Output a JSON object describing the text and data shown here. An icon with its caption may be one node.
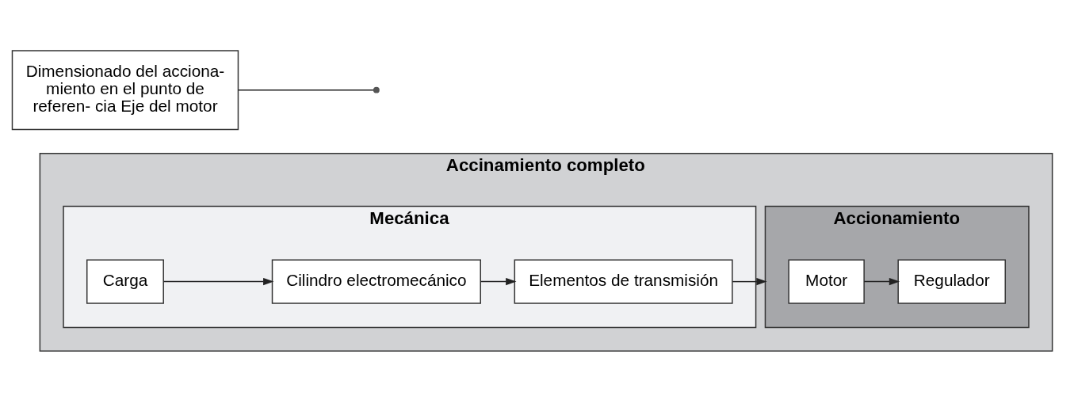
{
  "diagram": {
    "nodes": [
      {
        "text": [
          "Accinamiento completo"
        ]
      },
      {
        "text": [
          "Mecánica"
        ],
        "in": 0
      },
      {
        "text": [
          "Carga"
        ],
        "in": 1
      },
      {
        "text": [
          "Cilindro electromecánico"
        ],
        "in": 1
      },
      {
        "text": [
          "Elementos de transmisión"
        ],
        "in": 1
      },
      {
        "text": [
          "Accionamiento"
        ],
        "in": 0
      },
      {
        "text": [
          "Motor"
        ],
        "in": 5
      },
      {
        "text": [
          "Regulador"
        ],
        "in": 5
      },
      {
        "text": [
          "Dimensionado del acciona- miento en el punto de referen- cia Eje del motor"
        ]
      }
    ],
    "edges": [
      {
        "from": 2,
        "to": 3,
        "arrow": "to"
      },
      {
        "from": 3,
        "to": 4,
        "arrow": "to"
      },
      {
        "from": 4,
        "to": 5,
        "arrow": "to"
      },
      {
        "from": 6,
        "to": 7,
        "arrow": "to"
      },
      {
        "from": 8,
        "to": null,
        "arrow": "none"
      }
    ]
  }
}
